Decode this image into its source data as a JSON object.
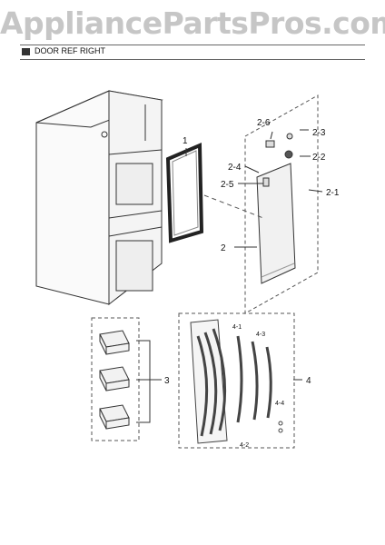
{
  "watermark": "AppliancePartsPros.com",
  "header": {
    "title": "DOOR REF RIGHT"
  },
  "callouts": {
    "c1": "1",
    "c2": "2",
    "c21": "2-1",
    "c22": "2-2",
    "c23": "2-3",
    "c24": "2-4",
    "c25": "2-5",
    "c26": "2-6",
    "c3": "3",
    "c4": "4",
    "c41": "4-1",
    "c42": "4-2",
    "c43": "4-3",
    "c44": "4-4"
  }
}
